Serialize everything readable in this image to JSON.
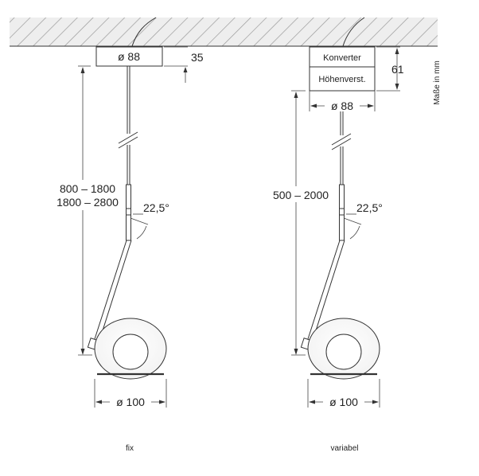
{
  "unit_label": "Maße in mm",
  "fix": {
    "canopy_diameter": "ø 88",
    "canopy_height": "35",
    "length_range_1": "800 – 1800",
    "length_range_2": "1800 – 2800",
    "tilt_angle": "22,5°",
    "head_diameter": "ø 100",
    "caption": "fix"
  },
  "variabel": {
    "converter_label": "Konverter",
    "height_adjust_label": "Höhenverst.",
    "box_height": "61",
    "canopy_diameter": "ø 88",
    "length_range": "500 – 2000",
    "tilt_angle": "22,5°",
    "head_diameter": "ø 100",
    "caption": "variabel"
  }
}
